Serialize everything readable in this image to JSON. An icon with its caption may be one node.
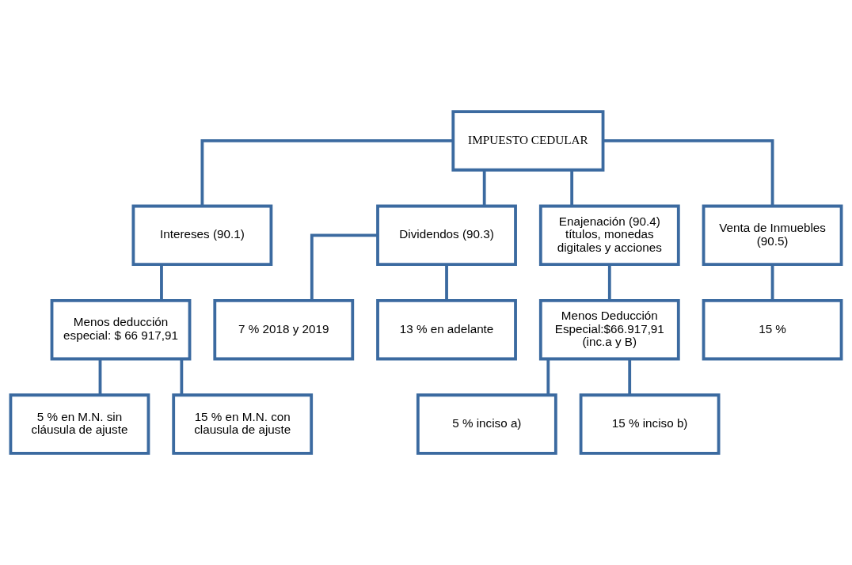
{
  "diagram": {
    "nodes": [
      {
        "text": [
          "IMPUESTO CEDULAR"
        ]
      },
      {
        "text": [
          "Intereses (90.1)"
        ]
      },
      {
        "text": [
          "Dividendos (90.3)"
        ]
      },
      {
        "text": [
          "Enajenación (90.4) títulos, monedas digitales y acciones"
        ]
      },
      {
        "text": [
          "Venta de Inmuebles (90.5)"
        ]
      },
      {
        "text": [
          "Menos deducción especial: $ 66 917,91"
        ]
      },
      {
        "text": [
          "5 % en M.N. sin cláusula de ajuste"
        ]
      },
      {
        "text": [
          "15 % en M.N. con clausula de ajuste"
        ]
      },
      {
        "text": [
          "7 % 2018 y 2019"
        ]
      },
      {
        "text": [
          "13 % en adelante"
        ]
      },
      {
        "text": [
          "Menos Deducción Especial:$66.917,91 (inc.a y B)"
        ]
      },
      {
        "text": [
          "5 % inciso a)"
        ]
      },
      {
        "text": [
          "15 % inciso b)"
        ]
      },
      {
        "text": [
          "15 %"
        ]
      }
    ],
    "edges": [
      {
        "from": 0,
        "to": 1,
        "arrow": "none"
      },
      {
        "from": 0,
        "to": 2,
        "arrow": "none"
      },
      {
        "from": 0,
        "to": 3,
        "arrow": "none"
      },
      {
        "from": 0,
        "to": 4,
        "arrow": "none"
      },
      {
        "from": 1,
        "to": 5,
        "arrow": "none"
      },
      {
        "from": 5,
        "to": 6,
        "arrow": "none"
      },
      {
        "from": 5,
        "to": 7,
        "arrow": "none"
      },
      {
        "from": 2,
        "to": 8,
        "arrow": "none"
      },
      {
        "from": 2,
        "to": 9,
        "arrow": "none"
      },
      {
        "from": 3,
        "to": 10,
        "arrow": "none"
      },
      {
        "from": 10,
        "to": 11,
        "arrow": "none"
      },
      {
        "from": 10,
        "to": 12,
        "arrow": "none"
      },
      {
        "from": 4,
        "to": 13,
        "arrow": "none"
      }
    ]
  }
}
